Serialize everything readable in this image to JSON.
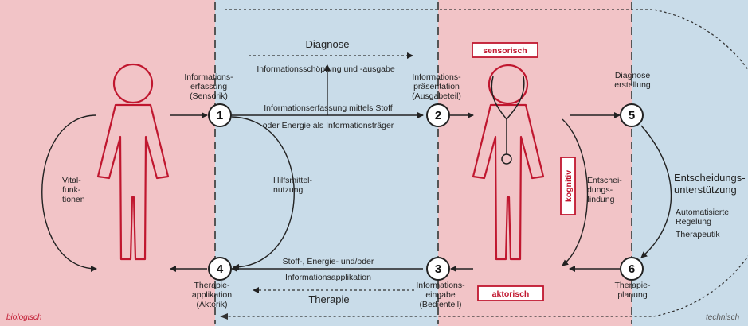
{
  "labels": {
    "diagnose": "Diagnose",
    "diagnose_sub": "Informationsschöpfung und -ausgabe",
    "info_erfassung": [
      "Informations-",
      "erfassung",
      "(Sensorik)"
    ],
    "info_praesentation": [
      "Informations-",
      "präsentation",
      "(Ausgabeteil)"
    ],
    "info_stoff": [
      "Informationserfassung mittels Stoff",
      "oder Energie als Informationsträger"
    ],
    "sensorisch": "sensorisch",
    "diagnose_erstellung": [
      "Diagnose",
      "erstellung"
    ],
    "vital": [
      "Vital-",
      "funk-",
      "tionen"
    ],
    "hilfsmittel": [
      "Hilfsmittel-",
      "nutzung"
    ],
    "kognitiv": "kognitiv",
    "entscheidung": [
      "Entschei-",
      "dungs-",
      "findung"
    ],
    "entscheidungsunterstuetzung": [
      "Entscheidungs-",
      "unterstützung"
    ],
    "auto": [
      "Automatisierte",
      "Regelung",
      "Therapeutik"
    ],
    "stoff_applikation": [
      "Stoff-, Energie- und/oder",
      "Informationsapplikation"
    ],
    "therapie": "Therapie",
    "therapie_applikation": [
      "Therapie-",
      "applikation",
      "(Aktorik)"
    ],
    "info_eingabe": [
      "Informations-",
      "eingabe",
      "(Bedienteil)"
    ],
    "aktorisch": "aktorisch",
    "therapie_planung": [
      "Therapie-",
      "planung"
    ],
    "biologisch": "biologisch",
    "technisch": "technisch"
  },
  "nodes": [
    "1",
    "2",
    "3",
    "4",
    "5",
    "6"
  ],
  "colors": {
    "pink": "#f2c4c7",
    "blue": "#c9dce9",
    "figure": "#c0172f",
    "box_border": "#c0172f",
    "line": "#222222"
  }
}
